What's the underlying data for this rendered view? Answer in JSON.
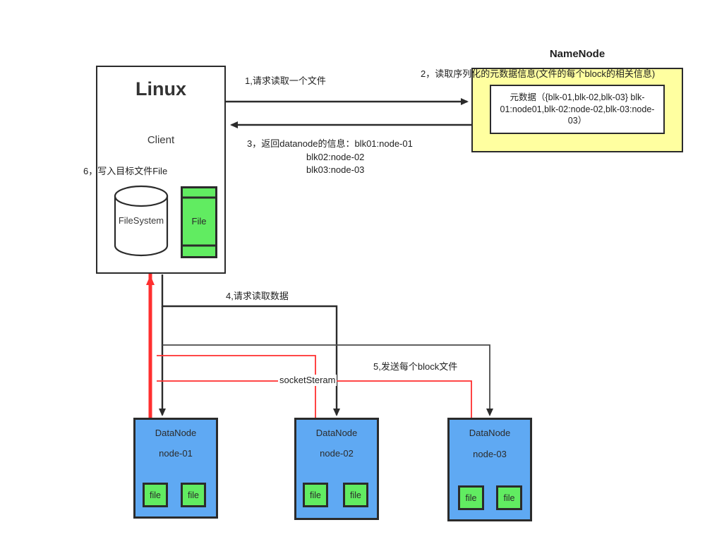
{
  "diagram": {
    "title": "HDFS read flow diagram",
    "colors": {
      "namenode_fill": "#ffffa0",
      "datanode_fill": "#5fa9f3",
      "file_fill": "#61ec61",
      "stroke": "#2b2b2b",
      "socket_stream": "#ff2f2f"
    }
  },
  "client": {
    "title": "Linux",
    "role": "Client",
    "filesystem_label": "FileSystem",
    "file_label": "File",
    "step6": "6，写入目标文件File"
  },
  "namenode": {
    "title": "NameNode",
    "step2": "2，读取序列化的元数据信息(文件的每个block的相关信息)",
    "metadata": "元数据（{blk-01,blk-02,blk-03} blk-01:node01,blk-02:node-02,blk-03:node-03）"
  },
  "steps": {
    "step1": "1,请求读取一个文件",
    "step3_line1": "3，返回datanode的信息：blk01:node-01",
    "step3_line2": "blk02:node-02",
    "step3_line3": "blk03:node-03",
    "step4": "4,请求读取数据",
    "step5": "5,发送每个block文件",
    "socket": "socketSteram"
  },
  "datanodes": [
    {
      "title": "DataNode",
      "host": "node-01",
      "files": [
        "file",
        "file"
      ]
    },
    {
      "title": "DataNode",
      "host": "node-02",
      "files": [
        "file",
        "file"
      ]
    },
    {
      "title": "DataNode",
      "host": "node-03",
      "files": [
        "file",
        "file"
      ]
    }
  ]
}
